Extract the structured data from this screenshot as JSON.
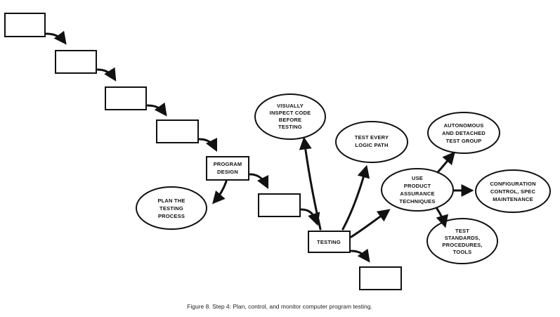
{
  "diagram": {
    "step_boxes": [
      "",
      "",
      "",
      ""
    ],
    "program_design": [
      "PROGRAM",
      "DESIGN"
    ],
    "plan_testing": [
      "PLAN THE",
      "TESTING",
      "PROCESS"
    ],
    "after_design_box": "",
    "testing": "TESTING",
    "final_box": "",
    "visually_inspect": [
      "VISUALLY",
      "INSPECT CODE",
      "BEFORE",
      "TESTING"
    ],
    "test_every_logic": [
      "TEST EVERY",
      "LOGIC PATH"
    ],
    "use_product_assurance": [
      "USE",
      "PRODUCT",
      "ASSURANCE",
      "TECHNIQUES"
    ],
    "autonomous_group": [
      "AUTONOMOUS",
      "AND DETACHED",
      "TEST GROUP"
    ],
    "configuration_control": [
      "CONFIGURATION",
      "CONTROL, SPEC",
      "MAINTENANCE"
    ],
    "test_standards": [
      "TEST",
      "STANDARDS,",
      "PROCEDURES,",
      "TOOLS"
    ]
  },
  "caption": "Figure 8.  Step 4:  Plan, control, and monitor computer program testing."
}
